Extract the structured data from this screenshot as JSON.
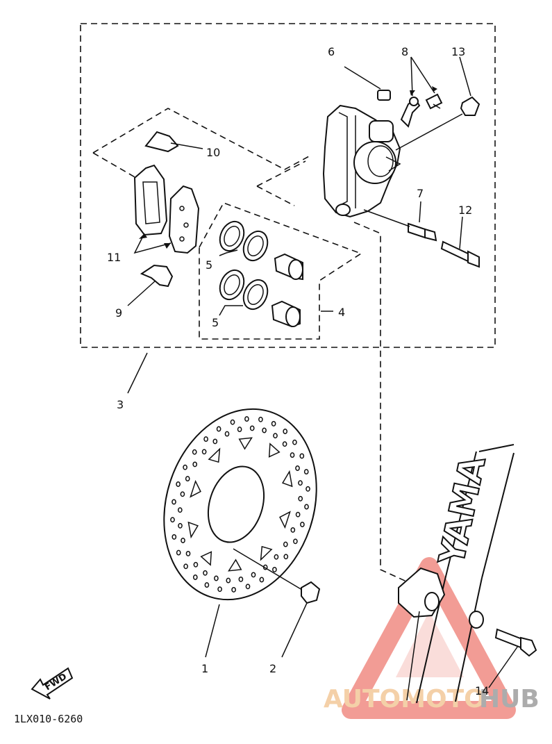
{
  "diagram_id": "1LX010-6260",
  "fork_brand": "YAMA",
  "direction_label": "FWD",
  "watermark": {
    "text_a": "AUTOMOTO",
    "text_b": "HUB",
    "colors": {
      "accent": "#f08b83",
      "text_a": "#f3c89a",
      "text_b": "#9e9e9e"
    }
  },
  "callouts": {
    "c1": "1",
    "c2": "2",
    "c3": "3",
    "c4": "4",
    "c5a": "5",
    "c5b": "5",
    "c6": "6",
    "c7": "7",
    "c8": "8",
    "c9": "9",
    "c10": "10",
    "c11": "11",
    "c12": "12",
    "c13": "13",
    "c14": "14"
  }
}
